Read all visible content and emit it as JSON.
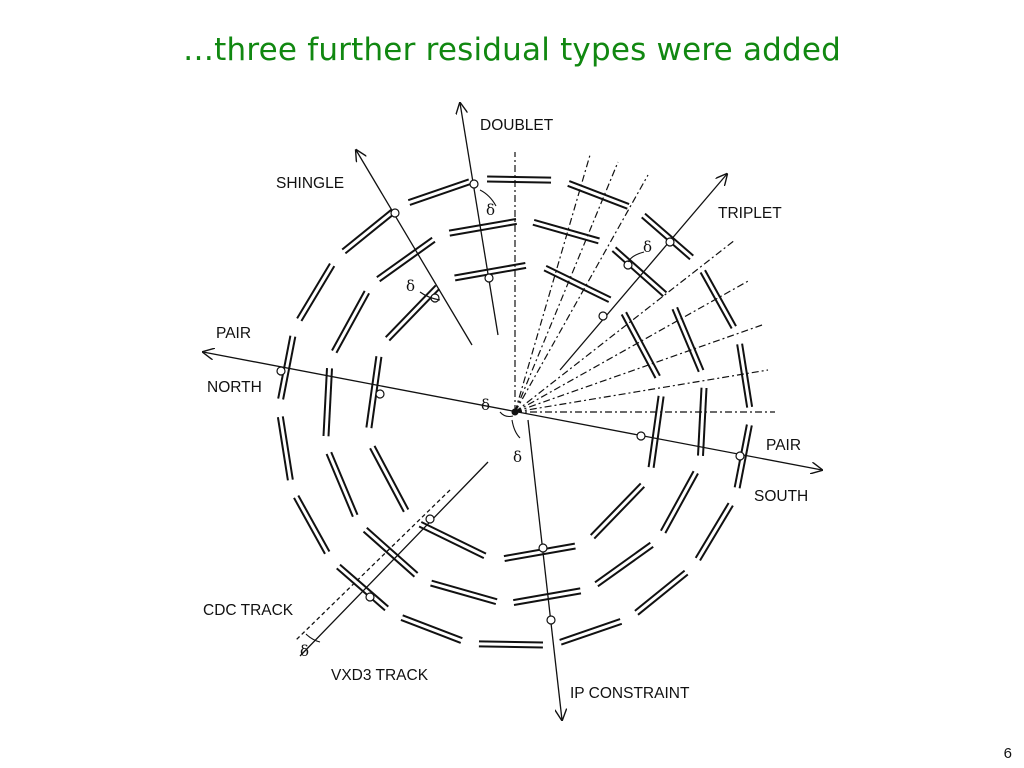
{
  "slide": {
    "title": "…three further residual types were added",
    "page_number": "6"
  },
  "diagram": {
    "labels": {
      "doublet": "DOUBLET",
      "shingle": "SHINGLE",
      "triplet": "TRIPLET",
      "pair_north_1": "PAIR",
      "pair_north_2": "NORTH",
      "pair_south_1": "PAIR",
      "pair_south_2": "SOUTH",
      "cdc_track": "CDC TRACK",
      "vxd3_track": "VXD3 TRACK",
      "ip_constraint": "IP CONSTRAINT",
      "delta": "δ"
    },
    "colors": {
      "title": "#118811",
      "ink": "#111111"
    }
  }
}
